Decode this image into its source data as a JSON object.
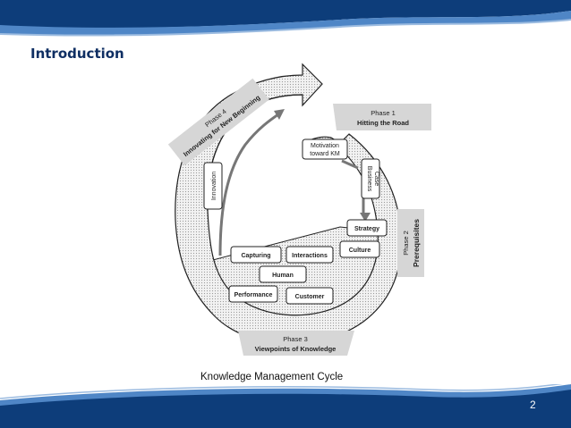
{
  "slide": {
    "title": "Introduction",
    "caption": "Knowledge Management Cycle",
    "page_number": "2"
  },
  "diagram": {
    "phase1": {
      "line1": "Phase 1",
      "line2": "Hitting the Road"
    },
    "phase2": {
      "line1": "Phase 2",
      "line2": "Prerequisites"
    },
    "phase3": {
      "line1": "Phase 3",
      "line2": "Viewpoints of Knowledge"
    },
    "phase4": {
      "line1": "Phase 4",
      "line2": "Innovating for New Beginning"
    },
    "boxes": {
      "motivation_l1": "Motivation",
      "motivation_l2": "toward KM",
      "business_l1": "Business",
      "business_l2": "Case",
      "strategy": "Strategy",
      "culture": "Culture",
      "innovation": "Innovation",
      "capturing": "Capturing",
      "interactions": "Interactions",
      "human": "Human",
      "performance": "Performance",
      "customer": "Customer"
    }
  },
  "colors": {
    "banner_dark": "#0d3d7a",
    "banner_light": "#4f86c6",
    "title": "#0f2f63",
    "gray_band": "#d6d6d6"
  }
}
